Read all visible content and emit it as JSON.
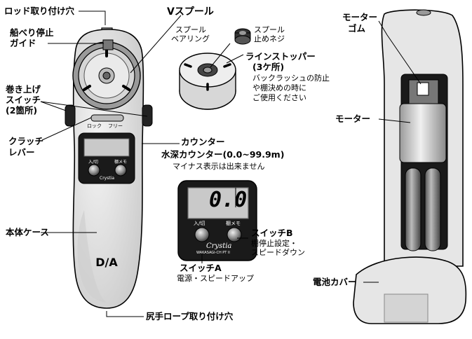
{
  "labels": {
    "rod_hole": "ロッド取り付け穴",
    "funaberi_1": "船べり停止",
    "funaberi_2": "ガイド",
    "vspool": "Vスプール",
    "spool_bearing_1": "スプール",
    "spool_bearing_2": "ベアリング",
    "spool_screw_1": "スプール",
    "spool_screw_2": "止めネジ",
    "line_stopper_1": "ラインストッパー",
    "line_stopper_2": "(3ケ所)",
    "line_stopper_desc_1": "バックラッシュの防止",
    "line_stopper_desc_2": "や棚決めの時に",
    "line_stopper_desc_3": "ご使用ください",
    "winding_switch_1": "巻き上げ",
    "winding_switch_2": "スイッチ",
    "winding_switch_3": "(2箇所)",
    "clutch_1": "クラッチ",
    "clutch_2": "レバー",
    "counter": "カウンター",
    "depth_counter": "水深カウンター(0.0~99.9m)",
    "no_minus": "マイナス表示は出来ません",
    "body_case": "本体ケース",
    "butt_hole": "尻手ロープ取り付け穴",
    "switch_a": "スイッチA",
    "switch_a_desc": "電源・スピードアップ",
    "switch_b": "スイッチB",
    "switch_b_desc_1": "棚停止設定・",
    "switch_b_desc_2": "スピードダウン",
    "motor_gum_1": "モーター",
    "motor_gum_2": "ゴム",
    "motor": "モーター",
    "battery_cover": "電池カバー"
  },
  "device": {
    "lcd_value": "0.0",
    "btn_a_label": "入/切",
    "btn_b_label": "棚メモ",
    "brand": "Crystia",
    "model": "WAKASAGI-CH PT II",
    "clutch_lock": "ロック",
    "clutch_free": "フリー",
    "logo": "D/A"
  },
  "colors": {
    "body_fill": "#e3e3e3",
    "shadow_fill": "#bdbdbd",
    "dark_fill": "#1a1a1a",
    "lcd_fill": "#c9c9c9"
  }
}
